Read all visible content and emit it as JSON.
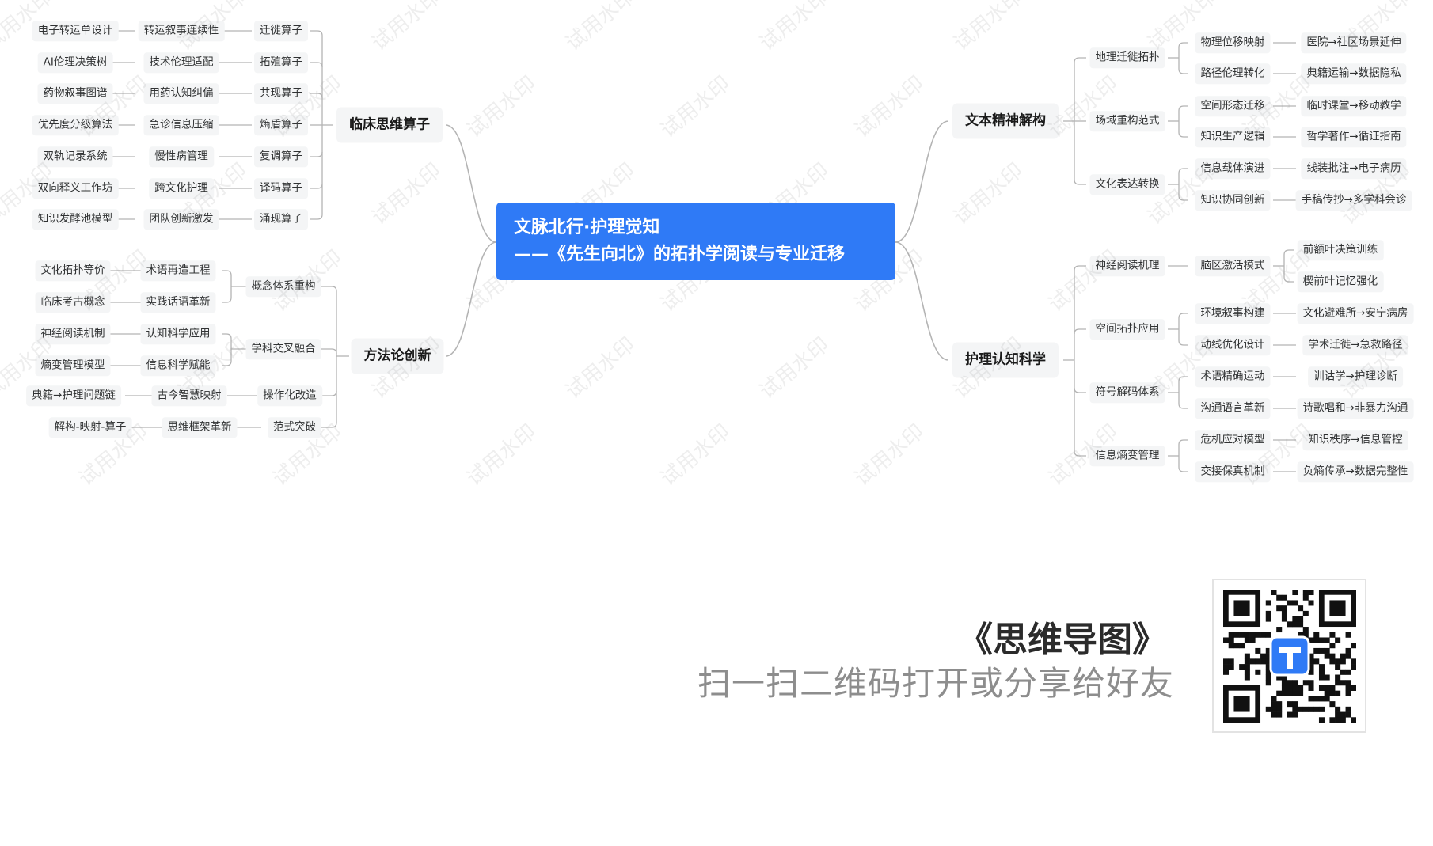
{
  "watermark_text": "试用水印",
  "root": {
    "line1": "文脉北行·护理觉知",
    "line2": "——《先生向北》的拓扑学阅读与专业迁移"
  },
  "branch_clinical": {
    "title": "临床思维算子",
    "rows": [
      [
        "电子转运单设计",
        "转运叙事连续性",
        "迁徙算子"
      ],
      [
        "AI伦理决策树",
        "技术伦理适配",
        "拓殖算子"
      ],
      [
        "药物叙事图谱",
        "用药认知纠偏",
        "共现算子"
      ],
      [
        "优先度分级算法",
        "急诊信息压缩",
        "熵盾算子"
      ],
      [
        "双轨记录系统",
        "慢性病管理",
        "复调算子"
      ],
      [
        "双向释义工作坊",
        "跨文化护理",
        "译码算子"
      ],
      [
        "知识发酵池模型",
        "团队创新激发",
        "涌现算子"
      ]
    ]
  },
  "branch_method": {
    "title": "方法论创新",
    "groups": [
      {
        "label": "概念体系重构",
        "items": [
          [
            "文化拓扑等价",
            "术语再造工程"
          ],
          [
            "临床考古概念",
            "实践话语革新"
          ]
        ]
      },
      {
        "label": "学科交叉融合",
        "items": [
          [
            "神经阅读机制",
            "认知科学应用"
          ],
          [
            "熵变管理模型",
            "信息科学赋能"
          ]
        ]
      },
      {
        "label": "操作化改造",
        "items": [
          [
            "典籍→护理问题链",
            "古今智慧映射"
          ]
        ]
      },
      {
        "label": "范式突破",
        "items": [
          [
            "解构-映射-算子",
            "思维框架革新"
          ]
        ]
      }
    ]
  },
  "branch_text": {
    "title": "文本精神解构",
    "groups": [
      {
        "label": "地理迁徙拓扑",
        "items": [
          [
            "物理位移映射",
            "医院→社区场景延伸"
          ],
          [
            "路径伦理转化",
            "典籍运输→数据隐私"
          ]
        ]
      },
      {
        "label": "场域重构范式",
        "items": [
          [
            "空间形态迁移",
            "临时课堂→移动教学"
          ],
          [
            "知识生产逻辑",
            "哲学著作→循证指南"
          ]
        ]
      },
      {
        "label": "文化表达转换",
        "items": [
          [
            "信息载体演进",
            "线装批注→电子病历"
          ],
          [
            "知识协同创新",
            "手稿传抄→多学科会诊"
          ]
        ]
      }
    ]
  },
  "branch_nursing": {
    "title": "护理认知科学",
    "groups": [
      {
        "label": "神经阅读机理",
        "sub": "脑区激活模式",
        "leaves": [
          "前额叶决策训练",
          "楔前叶记忆强化"
        ]
      },
      {
        "label": "空间拓扑应用",
        "items": [
          [
            "环境叙事构建",
            "文化避难所→安宁病房"
          ],
          [
            "动线优化设计",
            "学术迁徙→急救路径"
          ]
        ]
      },
      {
        "label": "符号解码体系",
        "items": [
          [
            "术语精确运动",
            "训诂学→护理诊断"
          ],
          [
            "沟通语言革新",
            "诗歌唱和→非暴力沟通"
          ]
        ]
      },
      {
        "label": "信息熵变管理",
        "items": [
          [
            "危机应对模型",
            "知识秩序→信息管控"
          ],
          [
            "交接保真机制",
            "负熵传承→数据完整性"
          ]
        ]
      }
    ]
  },
  "footer": {
    "title": "《思维导图》",
    "subtitle": "扫一扫二维码打开或分享给好友"
  },
  "colors": {
    "root_bg": "#2f7af6",
    "node_bg": "#f4f5f6",
    "line": "#b4b4b4"
  }
}
